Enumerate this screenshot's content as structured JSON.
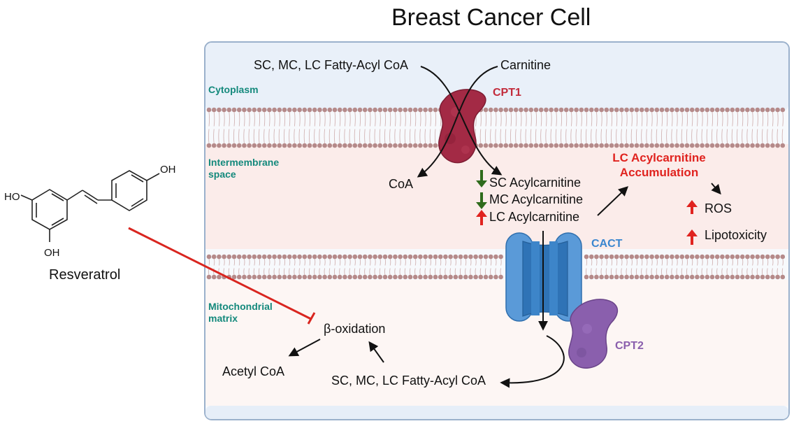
{
  "title": "Breast Cancer Cell",
  "compartments": {
    "cytoplasm": "Cytoplasm",
    "intermembrane_line1": "Intermembrane",
    "intermembrane_line2": "space",
    "matrix_line1": "Mitochondrial",
    "matrix_line2": "matrix"
  },
  "molecule": {
    "name": "Resveratrol",
    "oh_top": "OH",
    "ho_left": "HO",
    "oh_bottom": "OH"
  },
  "labels": {
    "fatty_acyl_coa_top": "SC, MC, LC Fatty-Acyl CoA",
    "carnitine": "Carnitine",
    "cpt1": "CPT1",
    "coa": "CoA",
    "sc_acylcarnitine": "SC Acylcarnitine",
    "mc_acylcarnitine": "MC Acylcarnitine",
    "lc_acylcarnitine": "LC Acylcarnitine",
    "lc_accum_line1": "LC Acylcarnitine",
    "lc_accum_line2": "Accumulation",
    "ros": "ROS",
    "lipotoxicity": "Lipotoxicity",
    "cact": "CACT",
    "cpt2": "CPT2",
    "beta_oxidation": "β-oxidation",
    "acetyl_coa": "Acetyl CoA",
    "fatty_acyl_coa_bottom": "SC, MC, LC Fatty-Acyl CoA"
  },
  "colors": {
    "cpt1": "#a32a45",
    "cpt2": "#8a5fad",
    "cact": "#4d93d6",
    "accent_red": "#e0231f",
    "down_green": "#2f6b1c",
    "teal_label": "#14897c",
    "membrane": "#b58a8a"
  },
  "icons": {
    "down_arrow": "green-down-arrow-icon",
    "up_arrow": "red-up-arrow-icon"
  }
}
